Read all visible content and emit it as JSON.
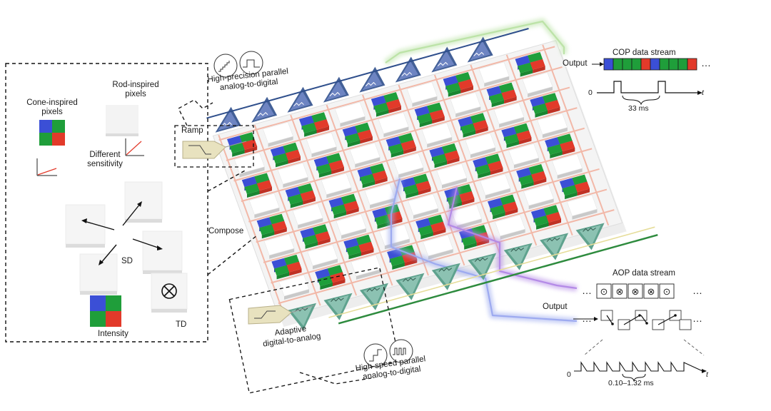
{
  "legend_panel": {
    "cone_label": "Cone-inspired\npixels",
    "rod_label": "Rod-inspired\npixels",
    "sensitivity_label": "Different\nsensitivity",
    "sd_label": "SD",
    "intensity_label": "Intensity",
    "td_label": "TD",
    "compose_label": "Compose"
  },
  "top_readout": {
    "title": "High-precision parallel\nanalog-to-digital",
    "ramp_label": "Ramp"
  },
  "bottom_readout": {
    "adaptive_label": "Adaptive\ndigital-to-analog",
    "title": "High-speed parallel\nanalog-to-digital"
  },
  "cop_stream": {
    "title": "COP data stream",
    "output_label": "Output",
    "axis_zero": "0",
    "axis_t": "t",
    "period": "33 ms",
    "cell_colors": [
      "#3b4fd6",
      "#1f9e3a",
      "#1f9e3a",
      "#1f9e3a",
      "#e23a2a",
      "#3b4fd6",
      "#1f9e3a",
      "#1f9e3a",
      "#1f9e3a",
      "#e23a2a"
    ],
    "ellipsis": "…"
  },
  "aop_stream": {
    "title": "AOP data stream",
    "output_label": "Output",
    "axis_zero": "0",
    "axis_t": "t",
    "period": "0.10–1.32 ms",
    "symbols": [
      "⊙",
      "⊗",
      "⊗",
      "⊗",
      "⊙"
    ],
    "ellipsis": "…"
  },
  "colors": {
    "red": "#e23a2a",
    "green": "#1f9e3a",
    "blue": "#3b4fd6",
    "salmon": "#f2b8a8",
    "teal": "#5fa28e",
    "navy": "#2f4f8c",
    "pale_gold": "#e8e2bf",
    "bus_green": "#b9e2a4",
    "bus_blue": "#9aa8ef",
    "bus_purple": "#b287e6"
  }
}
